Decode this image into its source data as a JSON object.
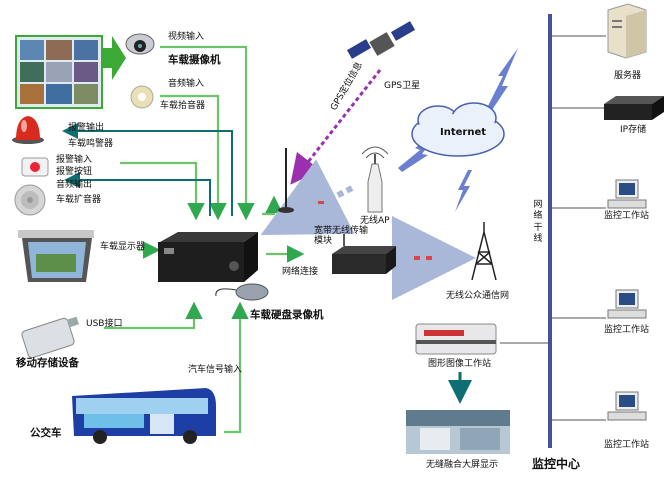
{
  "labels": {
    "video_input": "视频输入",
    "vehicle_camera": "车载摄像机",
    "audio_input": "音频输入",
    "vehicle_pickup": "车载拾音器",
    "alarm_output": "报警输出",
    "vehicle_siren": "车载鸣警器",
    "alarm_input": "报警输入",
    "alarm_button": "报警按钮",
    "audio_output": "音频输出",
    "vehicle_speaker": "车载扩音器",
    "vehicle_display": "车载显示器",
    "usb_port": "USB接口",
    "mobile_storage": "移动存储设备",
    "vehicle_signal_input": "汽车信号输入",
    "bus": "公交车",
    "vehicle_hdd_recorder": "车载硬盘录像机",
    "gps_satellite": "GPS卫星",
    "gps_locating_info": "GPS定位信息",
    "wireless_ap": "无线AP",
    "wideband_wireless_module": "宽带无线传输模块",
    "network_connection": "网络连接",
    "public_wireless_network": "无线公众通信网",
    "internet": "Internet",
    "graphics_workstation": "图形图像工作站",
    "seamless_display": "无缝融合大屏显示",
    "server": "服务器",
    "ip_storage": "IP存储",
    "monitor_ws_1": "监控工作站",
    "monitor_ws_2": "监控工作站",
    "monitor_ws_3": "监控工作站",
    "network_backbone": "网络干线",
    "monitoring_center": "监控中心"
  }
}
